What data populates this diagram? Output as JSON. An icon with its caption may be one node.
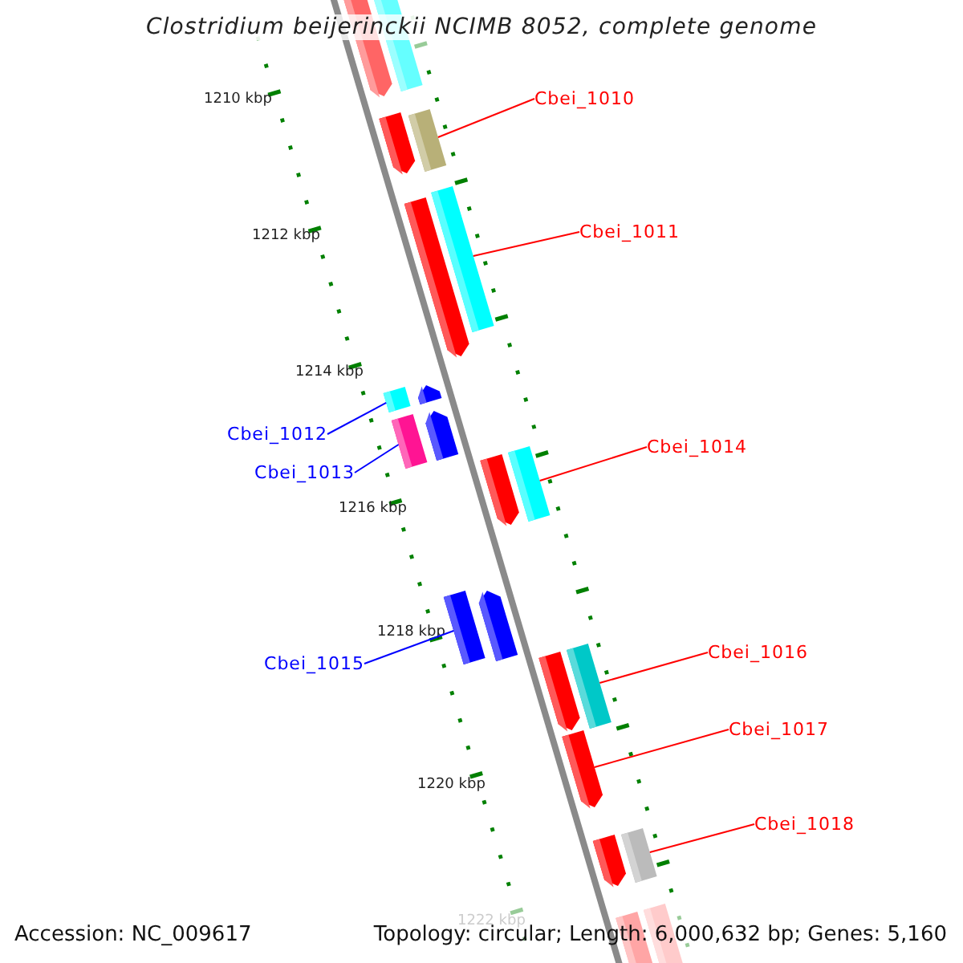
{
  "diagram": {
    "title": "Clostridium beijerinckii NCIMB 8052, complete genome",
    "nodes": [
      {
        "text": [],
        "shape": "arrow"
      },
      {
        "text": [],
        "shape": "bar"
      },
      {
        "text": [
          "Cbei_1010"
        ]
      },
      {
        "text": [],
        "shape": "arrow"
      },
      {
        "text": [],
        "shape": "bar"
      },
      {
        "text": [
          "Cbei_1011"
        ]
      },
      {
        "text": [],
        "shape": "arrow"
      },
      {
        "text": [],
        "shape": "bar"
      },
      {
        "text": [
          "Cbei_1012"
        ]
      },
      {
        "text": [],
        "shape": "bar"
      },
      {
        "text": [],
        "shape": "arrow"
      },
      {
        "text": [
          "Cbei_1013"
        ]
      },
      {
        "text": [],
        "shape": "bar"
      },
      {
        "text": [],
        "shape": "arrow"
      },
      {
        "text": [
          "Cbei_1014"
        ]
      },
      {
        "text": [],
        "shape": "arrow"
      },
      {
        "text": [],
        "shape": "bar"
      },
      {
        "text": [
          "Cbei_1015"
        ]
      },
      {
        "text": [],
        "shape": "bar"
      },
      {
        "text": [],
        "shape": "arrow"
      },
      {
        "text": [
          "Cbei_1016"
        ]
      },
      {
        "text": [],
        "shape": "arrow"
      },
      {
        "text": [],
        "shape": "bar"
      },
      {
        "text": [
          "Cbei_1017"
        ]
      },
      {
        "text": [],
        "shape": "arrow"
      },
      {
        "text": [
          "Cbei_1018"
        ]
      },
      {
        "text": [],
        "shape": "arrow"
      },
      {
        "text": [],
        "shape": "bar"
      },
      {
        "text": [],
        "shape": "arrow"
      },
      {
        "text": [],
        "shape": "bar"
      }
    ],
    "edges": [
      {
        "from": 2,
        "to": 4,
        "arrow": "none"
      },
      {
        "from": 5,
        "to": 7,
        "arrow": "none"
      },
      {
        "from": 8,
        "to": 9,
        "arrow": "none",
        "color": "#0000ff"
      },
      {
        "from": 11,
        "to": 12,
        "arrow": "none",
        "color": "#0000ff"
      },
      {
        "from": 14,
        "to": 16,
        "arrow": "none"
      },
      {
        "from": 17,
        "to": 18,
        "arrow": "none",
        "color": "#0000ff"
      },
      {
        "from": 20,
        "to": 22,
        "arrow": "none"
      },
      {
        "from": 23,
        "to": 24,
        "arrow": "none"
      },
      {
        "from": 25,
        "to": 27,
        "arrow": "none"
      }
    ],
    "labels": [
      "1210 kbp",
      "1212 kbp",
      "1214 kbp",
      "1216 kbp",
      "1218 kbp",
      "1220 kbp",
      "1222 kbp",
      "Accession: NC_009617",
      "Topology: circular; Length: 6,000,632 bp; Genes: 5,160"
    ]
  }
}
